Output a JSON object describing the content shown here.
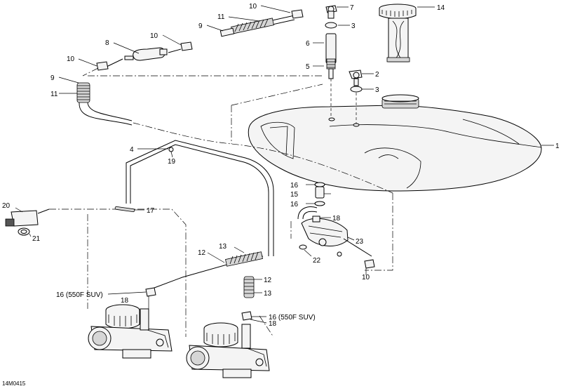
{
  "diagram": {
    "reference_code": "14M0415",
    "callouts": [
      {
        "id": "c1",
        "text": "1"
      },
      {
        "id": "c2",
        "text": "2"
      },
      {
        "id": "c3a",
        "text": "3"
      },
      {
        "id": "c3b",
        "text": "3"
      },
      {
        "id": "c4",
        "text": "4"
      },
      {
        "id": "c5",
        "text": "5"
      },
      {
        "id": "c6",
        "text": "6"
      },
      {
        "id": "c7",
        "text": "7"
      },
      {
        "id": "c8",
        "text": "8"
      },
      {
        "id": "c9a",
        "text": "9"
      },
      {
        "id": "c9b",
        "text": "9"
      },
      {
        "id": "c10a",
        "text": "10"
      },
      {
        "id": "c10b",
        "text": "10"
      },
      {
        "id": "c10c",
        "text": "10"
      },
      {
        "id": "c10d",
        "text": "10"
      },
      {
        "id": "c11a",
        "text": "11"
      },
      {
        "id": "c11b",
        "text": "11"
      },
      {
        "id": "c12a",
        "text": "12"
      },
      {
        "id": "c12b",
        "text": "12"
      },
      {
        "id": "c13a",
        "text": "13"
      },
      {
        "id": "c13b",
        "text": "13"
      },
      {
        "id": "c14",
        "text": "14"
      },
      {
        "id": "c15",
        "text": "15"
      },
      {
        "id": "c16a",
        "text": "16"
      },
      {
        "id": "c16b",
        "text": "16"
      },
      {
        "id": "c16c",
        "text": "16 (550F SUV)"
      },
      {
        "id": "c16d",
        "text": "16 (550F SUV)"
      },
      {
        "id": "c17",
        "text": "17"
      },
      {
        "id": "c18a",
        "text": "18"
      },
      {
        "id": "c18b",
        "text": "18"
      },
      {
        "id": "c18c",
        "text": "18"
      },
      {
        "id": "c19",
        "text": "19"
      },
      {
        "id": "c20",
        "text": "20"
      },
      {
        "id": "c21",
        "text": "21"
      },
      {
        "id": "c22",
        "text": "22"
      },
      {
        "id": "c23",
        "text": "23"
      }
    ]
  }
}
